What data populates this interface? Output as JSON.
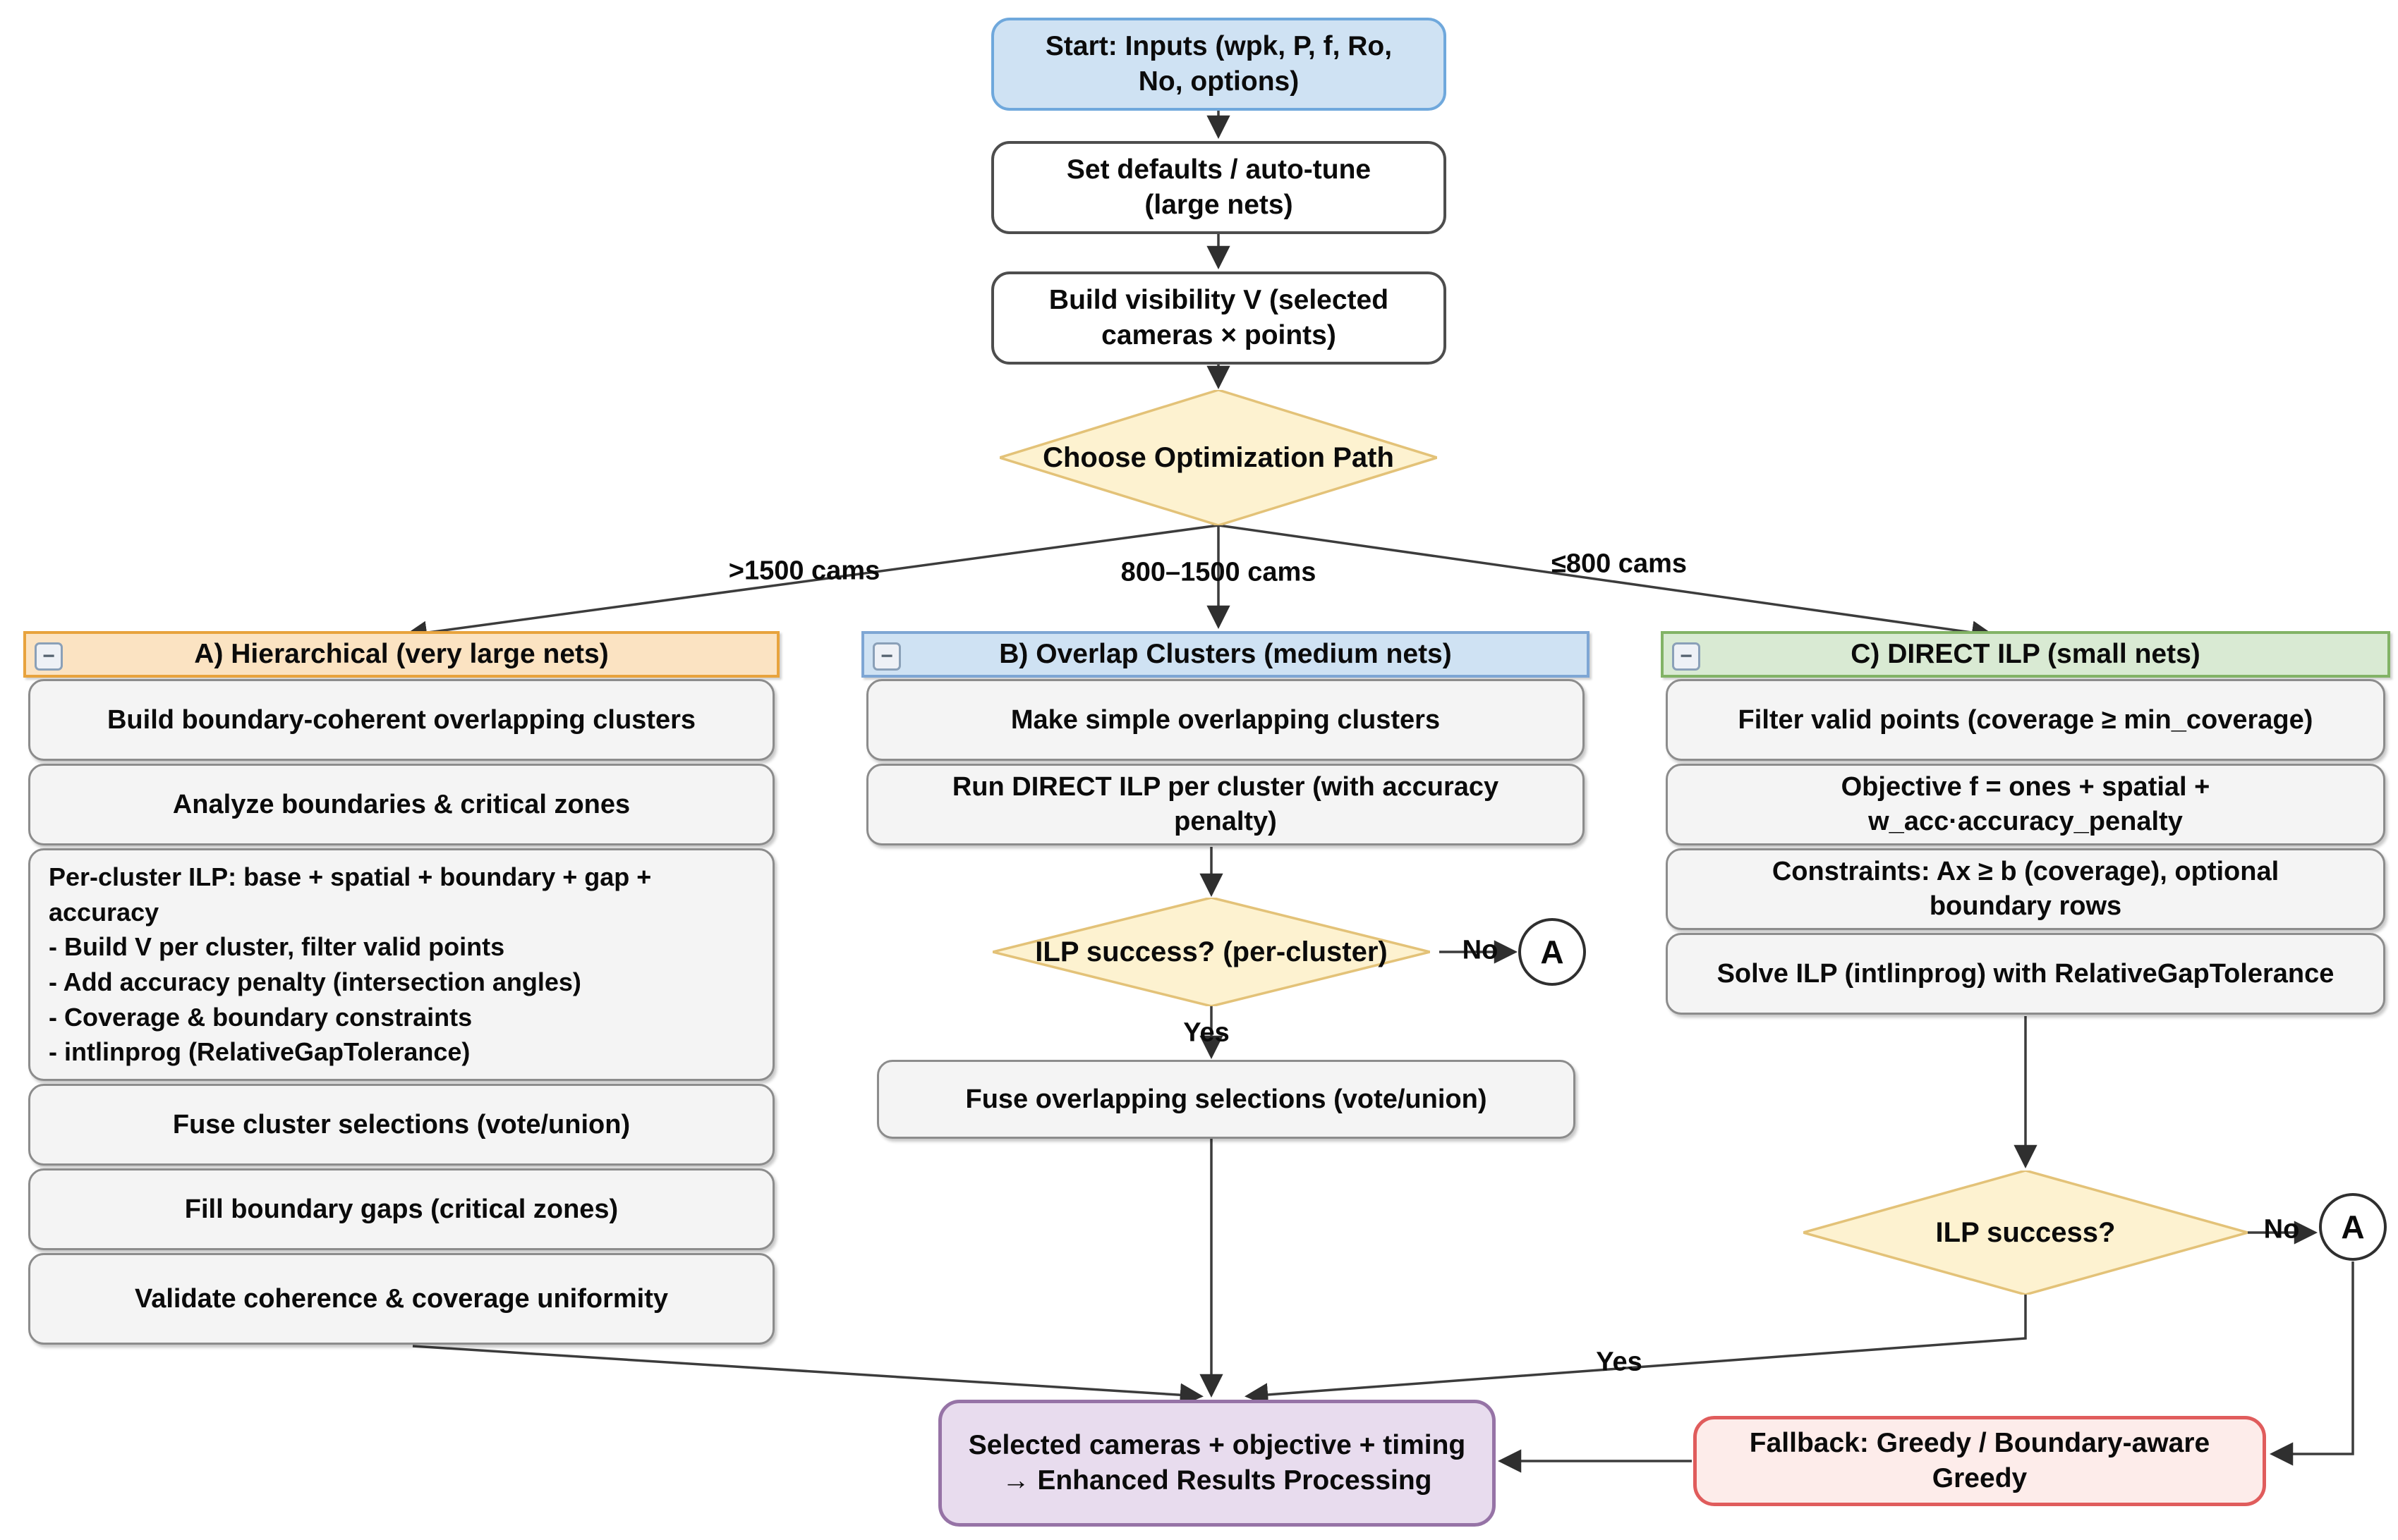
{
  "palette": {
    "start_fill": "#cfe2f3",
    "start_border": "#6fa8dc",
    "process_fill": "#ffffff",
    "process_border": "#4d4d4d",
    "step_fill": "#f4f4f4",
    "step_border": "#8c8c8c",
    "decision_fill": "#fdf2d0",
    "decision_border": "#e3c278",
    "col_a_fill": "#fbe3c2",
    "col_a_border": "#e8a33d",
    "col_b_fill": "#cfe2f3",
    "col_b_border": "#7ea6d4",
    "col_c_fill": "#d9ead3",
    "col_c_border": "#82b366",
    "results_fill": "#e8dcee",
    "results_border": "#9673a6",
    "fallback_fill": "#fdecea",
    "fallback_border": "#e05c5c",
    "edge_color": "#3c3c3c"
  },
  "flow": {
    "start": "Start: Inputs (wpk, P, f, Ro,\nNo, options)",
    "set_defaults": "Set defaults / auto-tune\n(large nets)",
    "build_visibility": "Build visibility V (selected\ncameras × points)",
    "choose_path": "Choose Optimization Path",
    "branch_left": ">1500 cams",
    "branch_middle": "800–1500 cams",
    "branch_right": "≤800 cams",
    "collapse_glyph": "−",
    "col_a": {
      "header": "A) Hierarchical (very large nets)",
      "steps": [
        "Build boundary-coherent overlapping clusters",
        "Analyze boundaries & critical zones",
        "Per-cluster ILP: base + spatial + boundary + gap +\naccuracy\n- Build V per cluster, filter valid points\n- Add accuracy penalty (intersection angles)\n- Coverage & boundary constraints\n- intlinprog (RelativeGapTolerance)",
        "Fuse cluster selections (vote/union)",
        "Fill boundary gaps (critical zones)",
        "Validate coherence & coverage uniformity"
      ]
    },
    "col_b": {
      "header": "B) Overlap Clusters (medium nets)",
      "steps": [
        "Make simple overlapping clusters",
        "Run DIRECT ILP per cluster (with accuracy\npenalty)"
      ],
      "decision": "ILP success? (per-cluster)",
      "no_label": "No",
      "yes_label": "Yes",
      "connector": "A",
      "fuse": "Fuse overlapping selections (vote/union)"
    },
    "col_c": {
      "header": "C) DIRECT ILP (small nets)",
      "steps": [
        "Filter valid points (coverage ≥ min_coverage)",
        "Objective f = ones + spatial +\nw_acc·accuracy_penalty",
        "Constraints: Ax ≥ b (coverage), optional\nboundary rows",
        "Solve ILP (intlinprog) with RelativeGapTolerance"
      ],
      "decision": "ILP success?",
      "no_label": "No",
      "yes_label": "Yes",
      "connector": "A"
    },
    "results": "Selected cameras + objective + timing\n→ Enhanced Results Processing",
    "fallback": "Fallback: Greedy / Boundary-aware\nGreedy"
  }
}
